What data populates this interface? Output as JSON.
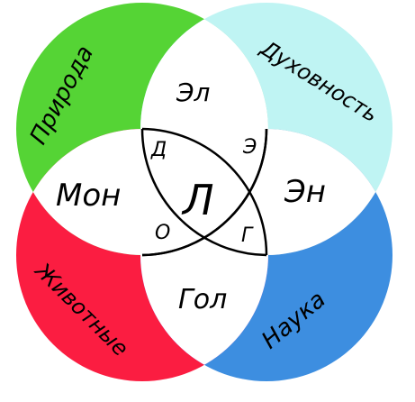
{
  "diagram": {
    "circles": {
      "nature": {
        "label": "Природа",
        "color": "#55d435"
      },
      "spirit": {
        "label": "Духовность",
        "color": "#bff4f3"
      },
      "animals": {
        "label": "Животные",
        "color": "#fb1d41"
      },
      "science": {
        "label": "Наука",
        "color": "#3d8ee0"
      }
    },
    "overlaps": {
      "nature_spirit": {
        "label": "Эл",
        "color": "#4bd8ad"
      },
      "nature_animals": {
        "label": "Мон",
        "color": "#756100"
      },
      "spirit_science": {
        "label": "Эн",
        "color": "#a2bec8"
      },
      "animals_science": {
        "label": "Гол",
        "color": "#9d11bd"
      }
    },
    "center": {
      "label": "Л",
      "corners": {
        "top_left": "Д",
        "top_right": "Э",
        "bottom_left": "О",
        "bottom_right": "Г"
      },
      "color": "#ffffff"
    },
    "outline_color": "#000000"
  }
}
